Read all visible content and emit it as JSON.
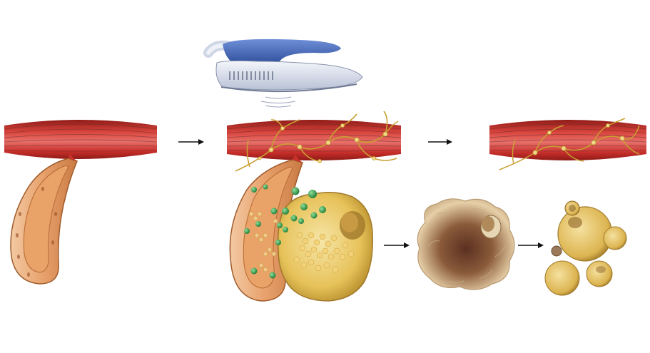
{
  "diagram": {
    "stages": [
      {
        "id": "normal"
      },
      {
        "id": "treatment"
      },
      {
        "id": "repaired"
      }
    ],
    "arrows": 4,
    "colors": {
      "muscle": "#c9302c",
      "muscle_dark": "#8f1a16",
      "muscle_light": "#e8706a",
      "striation": "#5a2a2a",
      "vessel_wall": "#e7a06a",
      "vessel_inner": "#d07a3a",
      "nerve": "#c9a032",
      "device_blue": "#3f63b8",
      "device_silver": "#dfe3ec",
      "hose": "#dfe4ee",
      "green_particle": "#2ea84a",
      "fat_yellow": "#e7c25a",
      "fat_cell": "#f0d98a",
      "necrotic_brown": "#8a5a3a",
      "arrow": "#111111"
    }
  }
}
